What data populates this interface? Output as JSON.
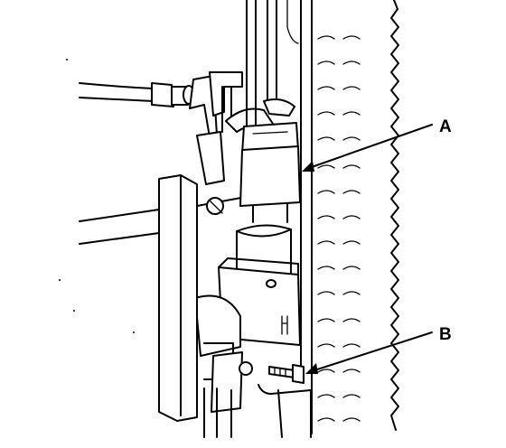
{
  "diagram": {
    "callouts": [
      {
        "id": "A",
        "label": "A"
      },
      {
        "id": "B",
        "label": "B"
      }
    ],
    "ink_color": "#000000",
    "paper_color": "#ffffff"
  }
}
